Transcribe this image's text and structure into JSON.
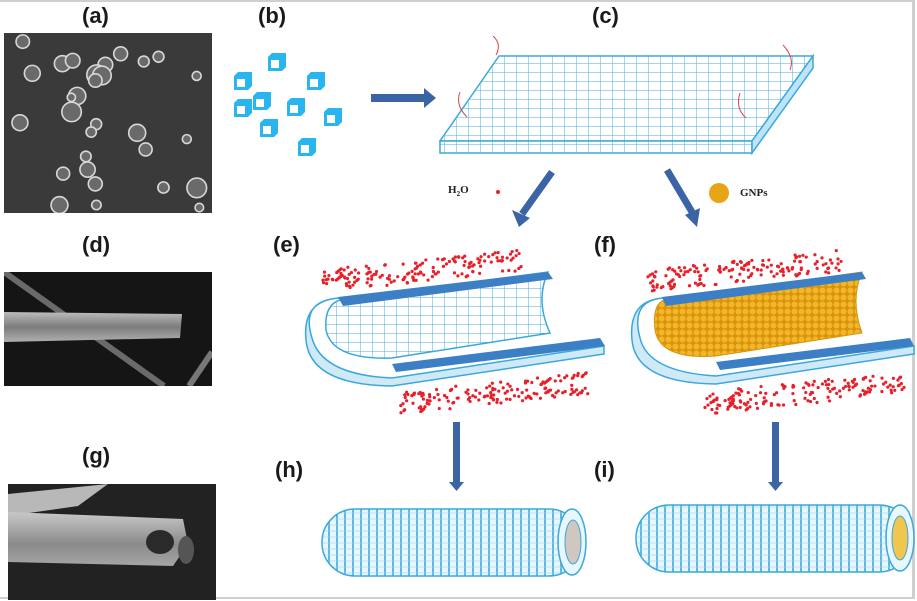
{
  "figure": {
    "panels": [
      {
        "id": "a",
        "label": "(a)",
        "kind": "SEM image",
        "content": "particles on surface"
      },
      {
        "id": "b",
        "label": "(b)",
        "kind": "schematic",
        "content": "dispersed cubic units"
      },
      {
        "id": "c",
        "label": "(c)",
        "kind": "schematic",
        "content": "assembled grid sheet with surface groups"
      },
      {
        "id": "d",
        "label": "(d)",
        "kind": "SEM image",
        "content": "rolled tube"
      },
      {
        "id": "e",
        "label": "(e)",
        "kind": "schematic",
        "content": "sheet rolling with H2O"
      },
      {
        "id": "f",
        "label": "(f)",
        "kind": "schematic",
        "content": "sheet rolling with GNPs filling"
      },
      {
        "id": "g",
        "label": "(g)",
        "kind": "SEM image",
        "content": "hollow tube open end"
      },
      {
        "id": "h",
        "label": "(h)",
        "kind": "schematic",
        "content": "hollow nanotube"
      },
      {
        "id": "i",
        "label": "(i)",
        "kind": "schematic",
        "content": "GNP-filled nanotube"
      }
    ],
    "legend": {
      "water_label": "H",
      "water_sub": "2",
      "water_suffix": "O",
      "gnps_label": "GNPs"
    },
    "colors": {
      "cube_blue": "#29b6f0",
      "grid_blue": "#3aa8dc",
      "arrow_blue": "#3b64a4",
      "tube_edge_blue": "#3d7fc4",
      "water_red": "#e8202a",
      "gnp_gold": "#e6a514",
      "tube_core_grey": "#cfc7c0",
      "tube_core_gold": "#f0c64e"
    }
  }
}
